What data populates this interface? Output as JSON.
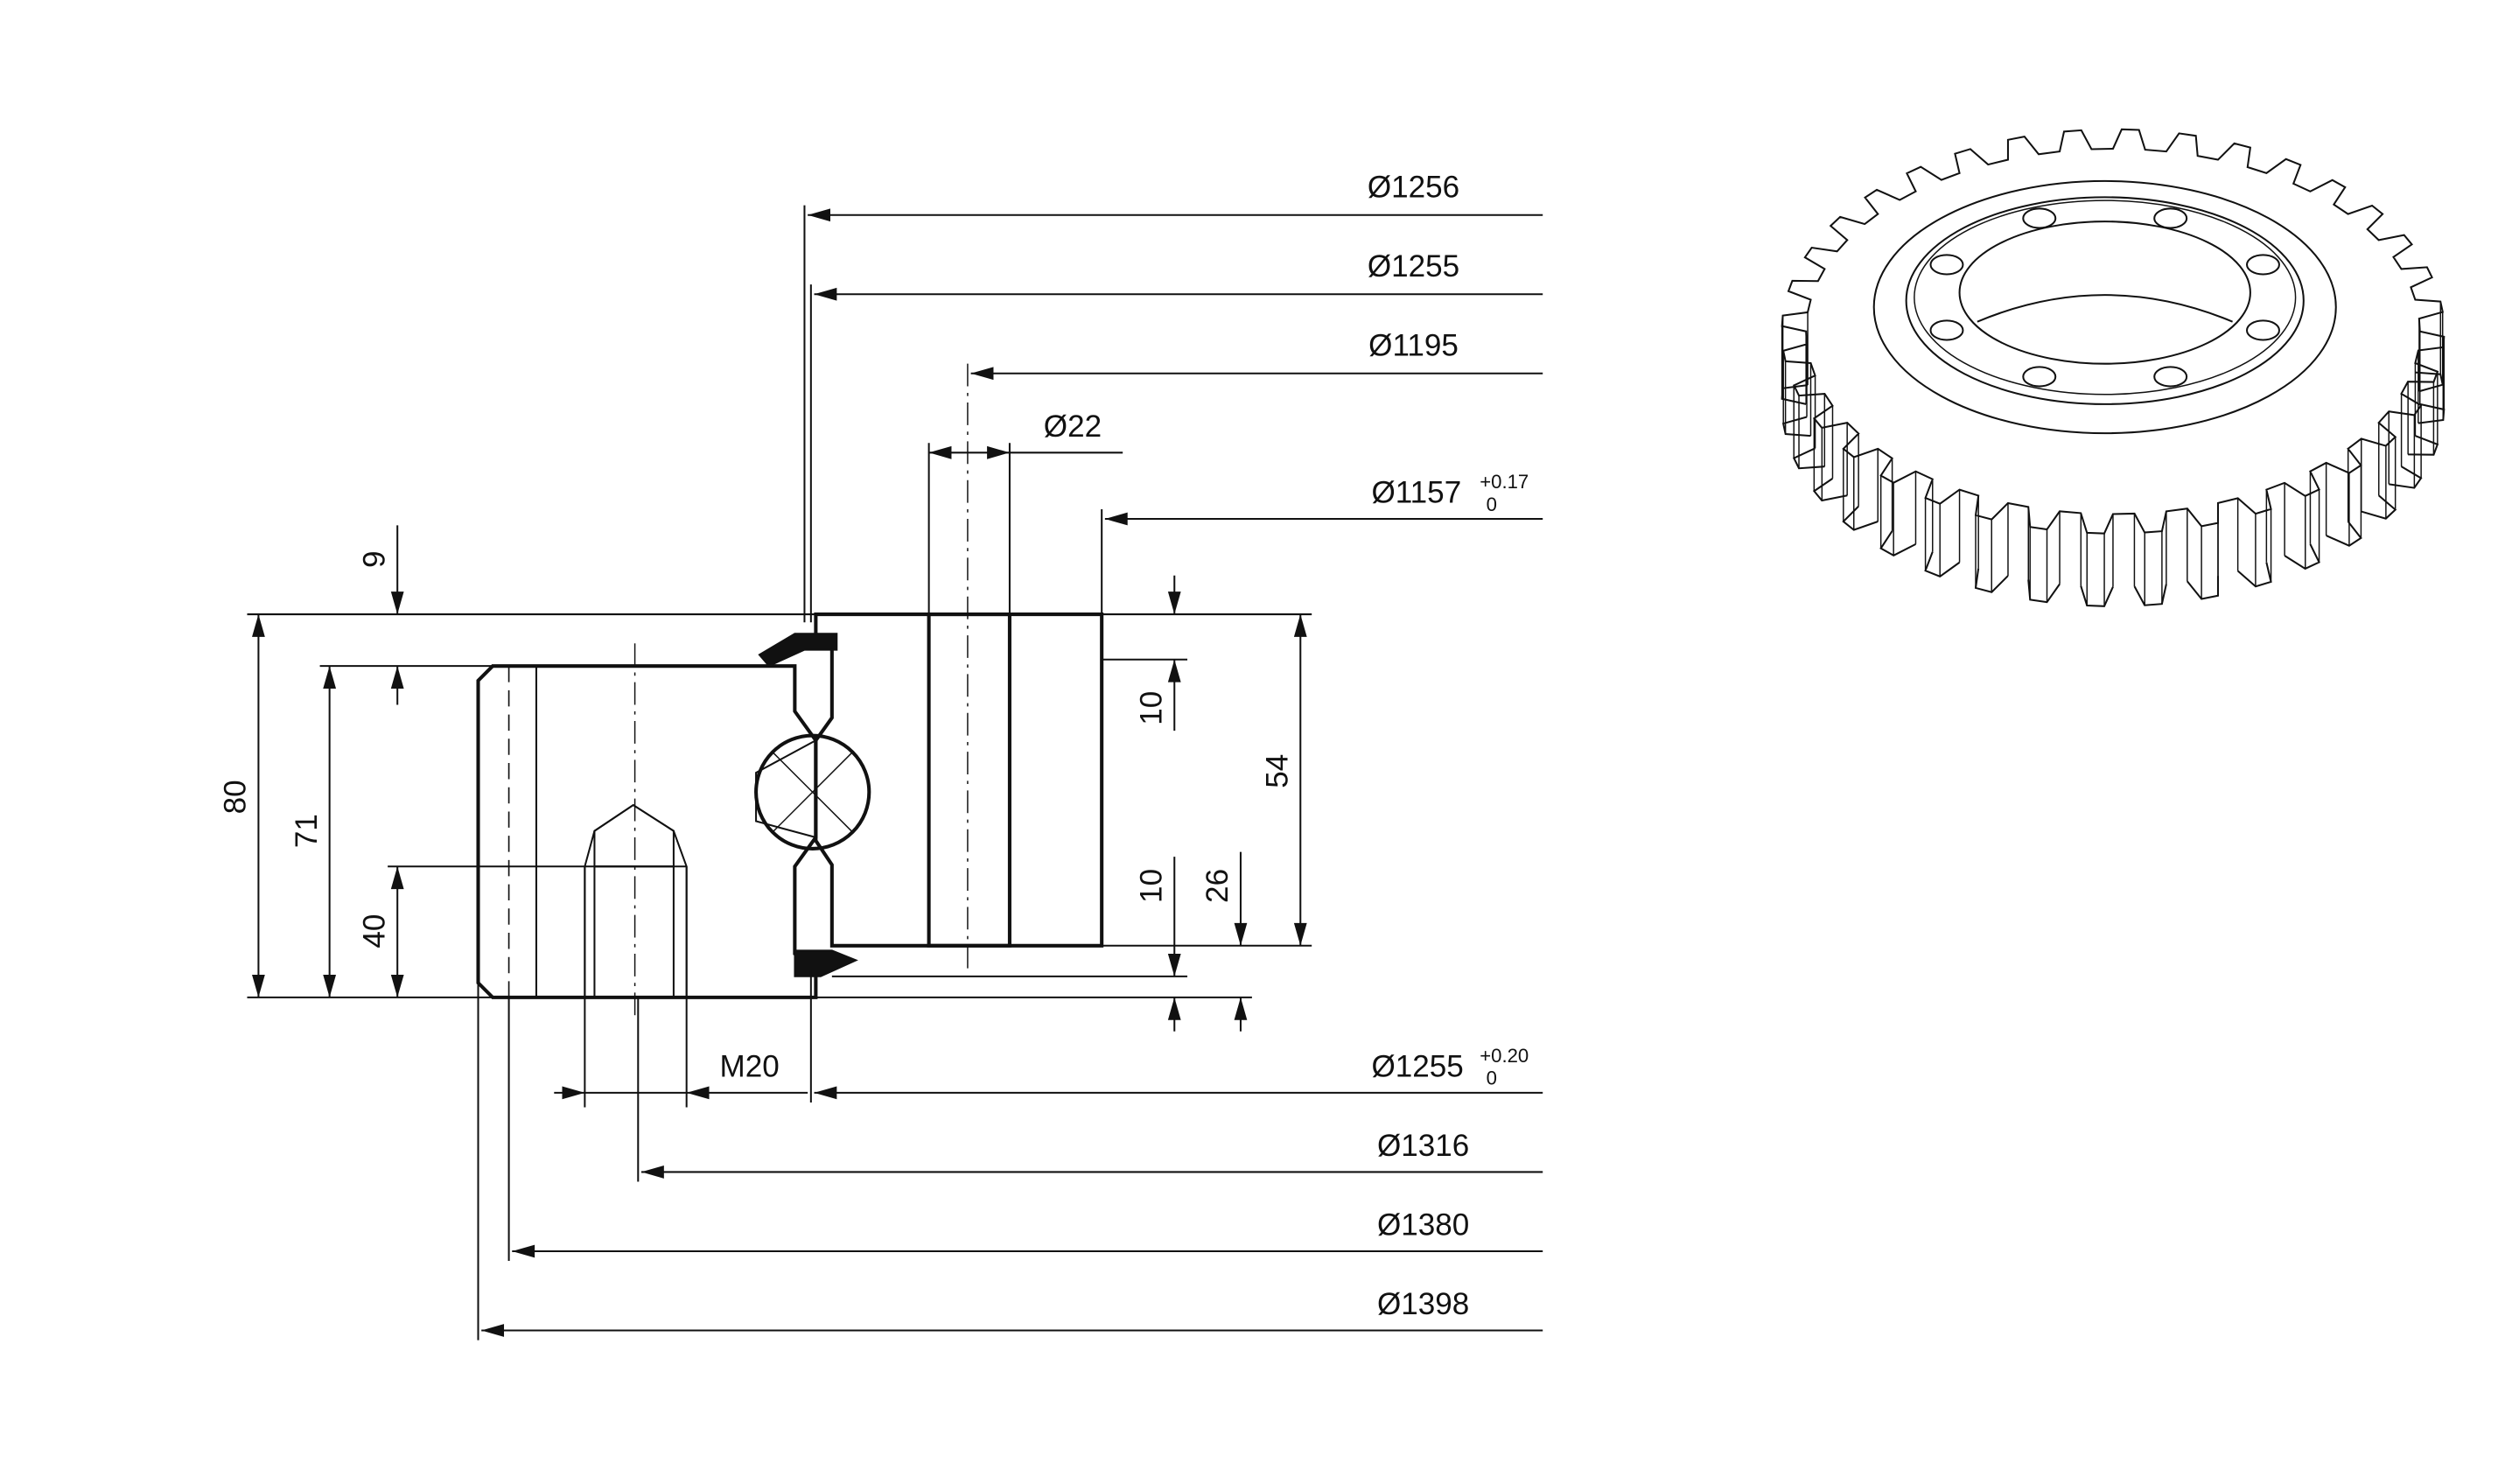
{
  "dimensions": {
    "top": [
      "Ø1256",
      "Ø1255",
      "Ø1195"
    ],
    "hole": "Ø22",
    "bore": {
      "base": "Ø1157",
      "tol_upper": "+0.17",
      "tol_lower": "0"
    },
    "outer_bore": {
      "base": "Ø1255",
      "tol_upper": "+0.20",
      "tol_lower": "0"
    },
    "thread": "M20",
    "bottom": [
      "Ø1316",
      "Ø1380",
      "Ø1398"
    ],
    "heights": {
      "h80": "80",
      "h71": "71",
      "h40": "40",
      "h9": "9",
      "h10_top": "10",
      "h54": "54",
      "h10_bottom": "10",
      "h26": "26"
    }
  }
}
